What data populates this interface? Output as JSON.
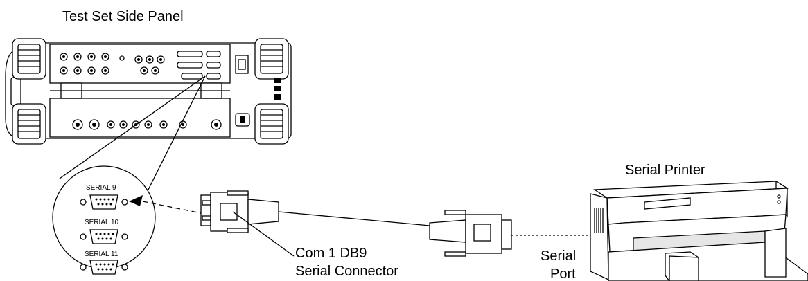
{
  "labels": {
    "test_set_title": "Test Set Side Panel",
    "printer_title": "Serial Printer",
    "serial_ports": [
      "SERIAL 9",
      "SERIAL 10",
      "SERIAL 11"
    ],
    "connector_label_line1": "Com 1 DB9",
    "connector_label_line2": "Serial Connector",
    "port_label_line1": "Serial",
    "port_label_line2": "Port"
  }
}
